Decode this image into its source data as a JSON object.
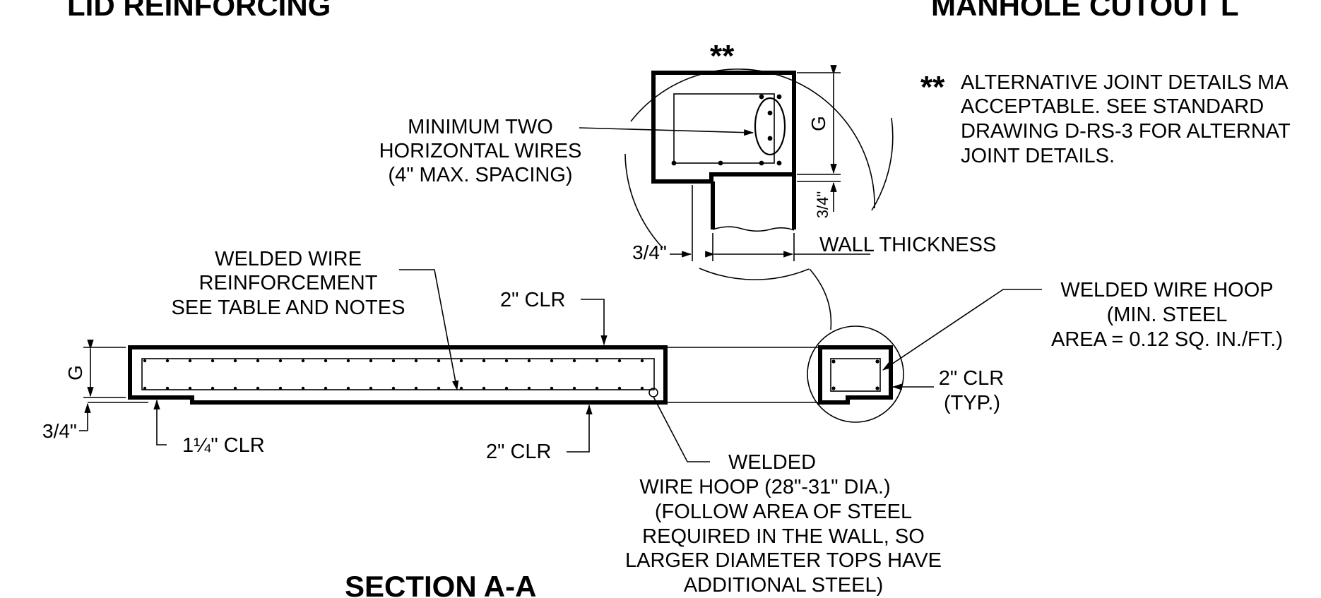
{
  "titles": {
    "lid_reinforcing": "LID REINFORCING",
    "manhole_cutout": "MANHOLE CUTOUT L",
    "section": "SECTION A-A"
  },
  "detail": {
    "stars": "**",
    "g_label": "G",
    "three_quarter_label": "3/4\"",
    "three_quarter_vertical": "3/4\"",
    "wall_thickness": "WALL THICKNESS"
  },
  "note": {
    "stars": "**",
    "lines": [
      "ALTERNATIVE JOINT DETAILS MA",
      "ACCEPTABLE.  SEE STANDARD",
      "DRAWING D-RS-3 FOR ALTERNAT",
      "JOINT DETAILS."
    ]
  },
  "labels": {
    "min_two_wires": [
      "MINIMUM TWO",
      "HORIZONTAL WIRES",
      "(4\" MAX. SPACING)"
    ],
    "welded_wire_reinf": [
      "WELDED WIRE",
      "REINFORCEMENT",
      "SEE TABLE AND NOTES"
    ],
    "two_clr_top": "2\" CLR",
    "two_clr_bottom": "2\" CLR",
    "g_left": "G",
    "three_quarter_left": "3/4\"",
    "one_quarter_clr": "1¼\" CLR",
    "hoop_right": [
      "WELDED WIRE HOOP",
      "(MIN. STEEL",
      "AREA = 0.12 SQ. IN./FT.)"
    ],
    "two_clr_typ": [
      "2\" CLR",
      "(TYP.)"
    ],
    "hoop_bottom": [
      "WELDED",
      "WIRE HOOP (28\"-31\" DIA.)",
      "(FOLLOW AREA OF STEEL",
      "REQUIRED IN THE WALL, SO",
      "LARGER DIAMETER TOPS HAVE",
      "ADDITIONAL STEEL)"
    ]
  }
}
